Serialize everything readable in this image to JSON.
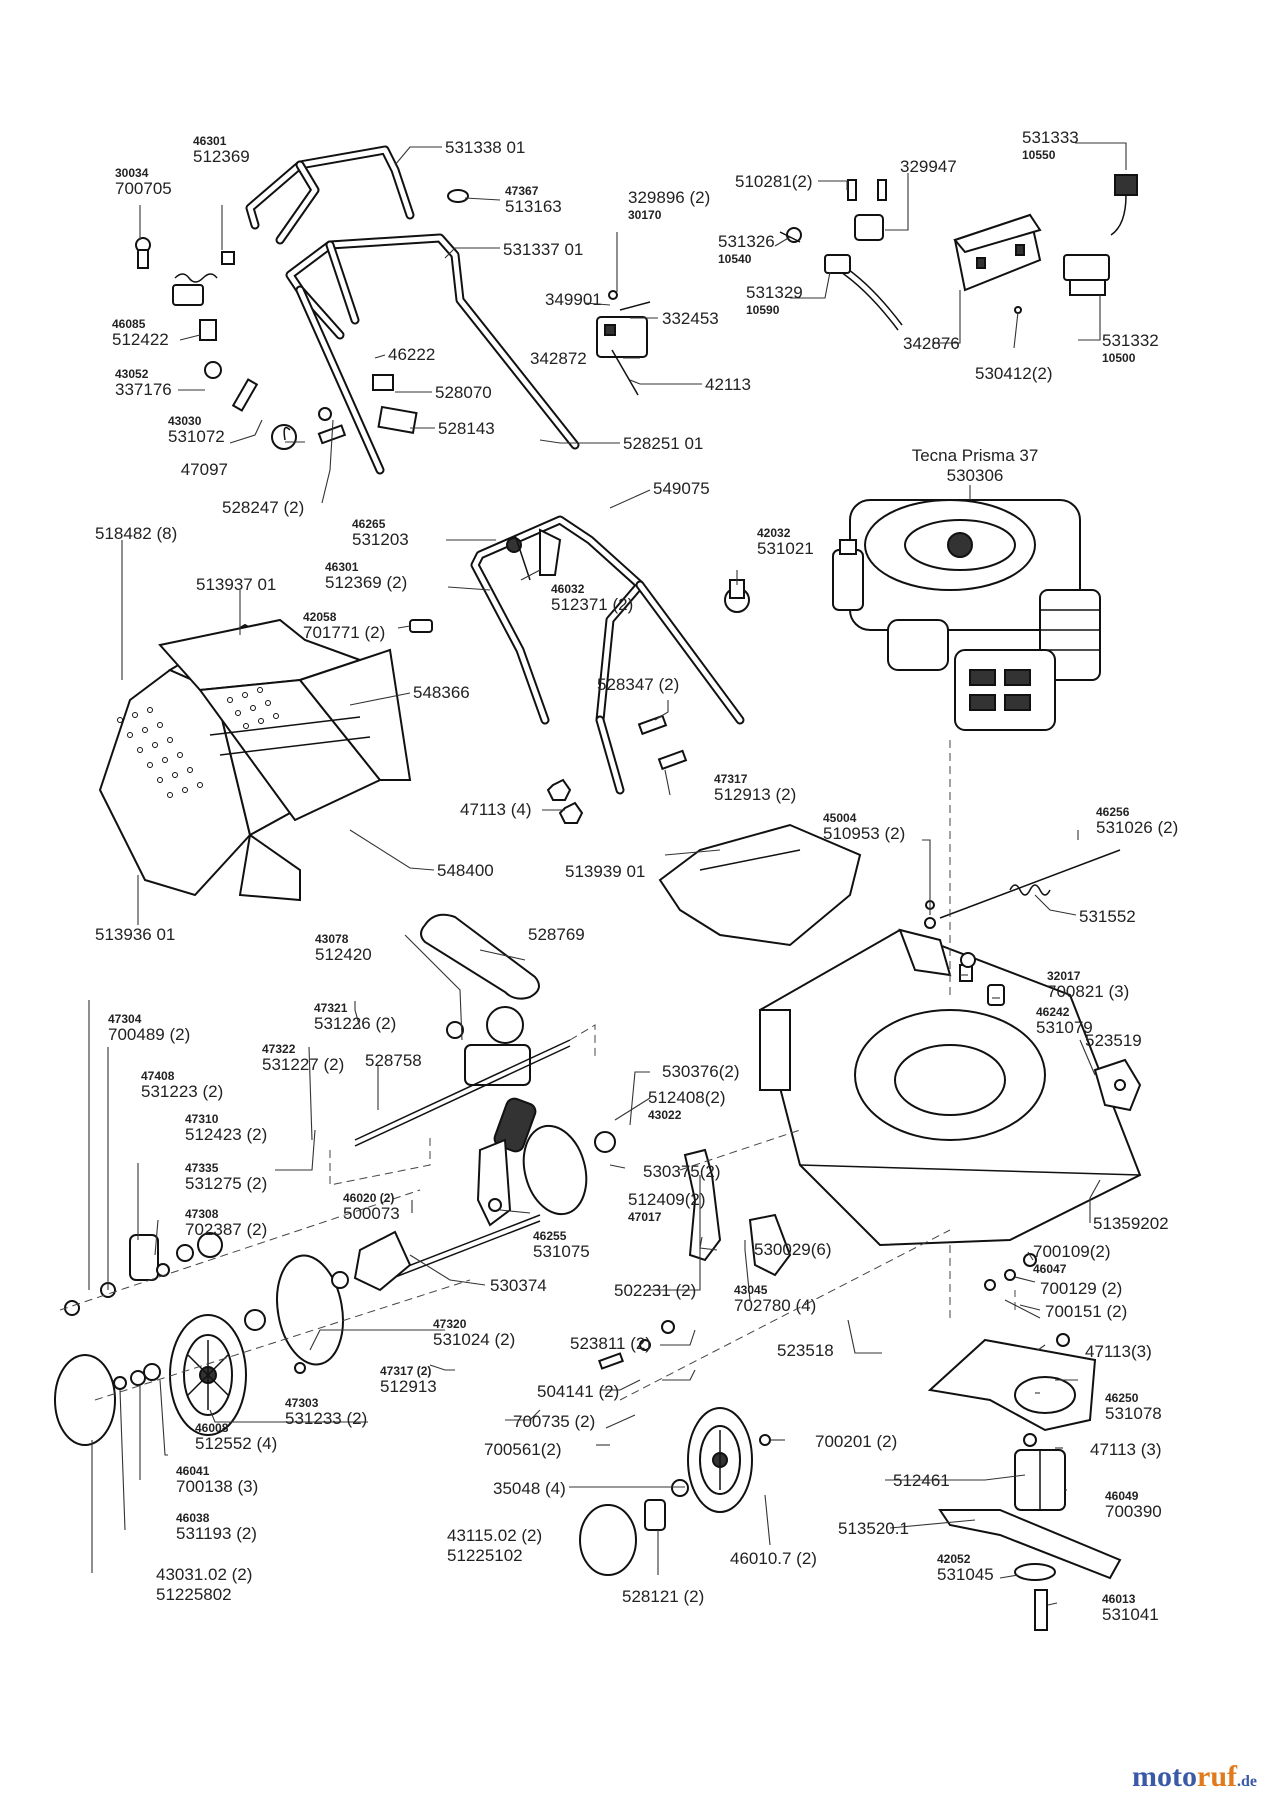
{
  "labels": [
    {
      "id": "l1",
      "lines": [
        "531338 01"
      ],
      "small": [
        false
      ]
    },
    {
      "id": "l2",
      "lines": [
        "46301",
        "512369"
      ],
      "small": [
        true,
        false
      ]
    },
    {
      "id": "l3",
      "lines": [
        "30034",
        "700705"
      ],
      "small": [
        true,
        false
      ]
    },
    {
      "id": "l4",
      "lines": [
        "47367",
        "513163"
      ],
      "small": [
        true,
        false
      ]
    },
    {
      "id": "l5",
      "lines": [
        "531337 01"
      ],
      "small": [
        false
      ]
    },
    {
      "id": "l6",
      "lines": [
        "46085",
        "512422"
      ],
      "small": [
        true,
        false
      ]
    },
    {
      "id": "l7",
      "lines": [
        "43052",
        "337176"
      ],
      "small": [
        true,
        false
      ]
    },
    {
      "id": "l8",
      "lines": [
        "43030",
        "531072"
      ],
      "small": [
        true,
        false
      ]
    },
    {
      "id": "l9",
      "lines": [
        "46222"
      ],
      "small": [
        false
      ]
    },
    {
      "id": "l10",
      "lines": [
        "528070"
      ],
      "small": [
        false
      ]
    },
    {
      "id": "l11",
      "lines": [
        "528143"
      ],
      "small": [
        false
      ]
    },
    {
      "id": "l12",
      "lines": [
        "47097"
      ],
      "small": [
        false
      ]
    },
    {
      "id": "l13",
      "lines": [
        "528247 (2)"
      ],
      "small": [
        false
      ]
    },
    {
      "id": "l14",
      "lines": [
        "528251 01"
      ],
      "small": [
        false
      ]
    },
    {
      "id": "l15",
      "lines": [
        "329896 (2)",
        "30170"
      ],
      "small": [
        false,
        true
      ]
    },
    {
      "id": "l16",
      "lines": [
        "349901"
      ],
      "small": [
        false
      ]
    },
    {
      "id": "l17",
      "lines": [
        "332453"
      ],
      "small": [
        false
      ]
    },
    {
      "id": "l18",
      "lines": [
        "342872"
      ],
      "small": [
        false
      ]
    },
    {
      "id": "l19",
      "lines": [
        "42113"
      ],
      "small": [
        false
      ]
    },
    {
      "id": "l20",
      "lines": [
        "510281(2)"
      ],
      "small": [
        false
      ]
    },
    {
      "id": "l21",
      "lines": [
        "329947"
      ],
      "small": [
        false
      ]
    },
    {
      "id": "l22",
      "lines": [
        "531326",
        "10540"
      ],
      "small": [
        false,
        true
      ]
    },
    {
      "id": "l23",
      "lines": [
        "531329",
        "10590"
      ],
      "small": [
        false,
        true
      ]
    },
    {
      "id": "l24",
      "lines": [
        "531333",
        "10550"
      ],
      "small": [
        false,
        true
      ]
    },
    {
      "id": "l25",
      "lines": [
        "342876"
      ],
      "small": [
        false
      ]
    },
    {
      "id": "l26",
      "lines": [
        "530412(2)"
      ],
      "small": [
        false
      ]
    },
    {
      "id": "l27",
      "lines": [
        "531332",
        "10500"
      ],
      "small": [
        false,
        true
      ]
    },
    {
      "id": "l28",
      "lines": [
        "Tecna Prisma 37",
        "530306"
      ],
      "small": [
        false,
        false
      ]
    },
    {
      "id": "l29",
      "lines": [
        "518482 (8)"
      ],
      "small": [
        false
      ]
    },
    {
      "id": "l30",
      "lines": [
        "513937 01"
      ],
      "small": [
        false
      ]
    },
    {
      "id": "l31",
      "lines": [
        "46265",
        "531203"
      ],
      "small": [
        true,
        false
      ]
    },
    {
      "id": "l32",
      "lines": [
        "549075"
      ],
      "small": [
        false
      ]
    },
    {
      "id": "l33",
      "lines": [
        "46301",
        "512369 (2)"
      ],
      "small": [
        true,
        false
      ]
    },
    {
      "id": "l34",
      "lines": [
        "46032",
        "512371 (2)"
      ],
      "small": [
        true,
        false
      ]
    },
    {
      "id": "l35",
      "lines": [
        "42058",
        "701771 (2)"
      ],
      "small": [
        true,
        false
      ]
    },
    {
      "id": "l36",
      "lines": [
        "42032",
        "531021"
      ],
      "small": [
        true,
        false
      ]
    },
    {
      "id": "l37",
      "lines": [
        "548366"
      ],
      "small": [
        false
      ]
    },
    {
      "id": "l38",
      "lines": [
        "528347 (2)"
      ],
      "small": [
        false
      ]
    },
    {
      "id": "l39",
      "lines": [
        "47317",
        "512913 (2)"
      ],
      "small": [
        true,
        false
      ]
    },
    {
      "id": "l40",
      "lines": [
        "47113 (4)"
      ],
      "small": [
        false
      ]
    },
    {
      "id": "l41",
      "lines": [
        "548400"
      ],
      "small": [
        false
      ]
    },
    {
      "id": "l42",
      "lines": [
        "513936 01"
      ],
      "small": [
        false
      ]
    },
    {
      "id": "l43",
      "lines": [
        "513939 01"
      ],
      "small": [
        false
      ]
    },
    {
      "id": "l44",
      "lines": [
        "45004",
        "510953 (2)"
      ],
      "small": [
        true,
        false
      ]
    },
    {
      "id": "l45",
      "lines": [
        "46256",
        "531026 (2)"
      ],
      "small": [
        true,
        false
      ]
    },
    {
      "id": "l46",
      "lines": [
        "531552"
      ],
      "small": [
        false
      ]
    },
    {
      "id": "l47",
      "lines": [
        "43078",
        "512420"
      ],
      "small": [
        true,
        false
      ]
    },
    {
      "id": "l48",
      "lines": [
        "528769"
      ],
      "small": [
        false
      ]
    },
    {
      "id": "l49",
      "lines": [
        "32017",
        "700821 (3)"
      ],
      "small": [
        true,
        false
      ]
    },
    {
      "id": "l50",
      "lines": [
        "46242",
        "531079"
      ],
      "small": [
        true,
        false
      ]
    },
    {
      "id": "l51",
      "lines": [
        "47304",
        "700489 (2)"
      ],
      "small": [
        true,
        false
      ]
    },
    {
      "id": "l52",
      "lines": [
        "47321",
        "531226 (2)"
      ],
      "small": [
        true,
        false
      ]
    },
    {
      "id": "l53",
      "lines": [
        "47322",
        "531227 (2)"
      ],
      "small": [
        true,
        false
      ]
    },
    {
      "id": "l54",
      "lines": [
        "528758"
      ],
      "small": [
        false
      ]
    },
    {
      "id": "l55",
      "lines": [
        "47408",
        "531223 (2)"
      ],
      "small": [
        true,
        false
      ]
    },
    {
      "id": "l56",
      "lines": [
        "530376(2)"
      ],
      "small": [
        false
      ]
    },
    {
      "id": "l57",
      "lines": [
        "512408(2)",
        "43022"
      ],
      "small": [
        false,
        true
      ]
    },
    {
      "id": "l58",
      "lines": [
        "523519"
      ],
      "small": [
        false
      ]
    },
    {
      "id": "l59",
      "lines": [
        "47310",
        "512423 (2)"
      ],
      "small": [
        true,
        false
      ]
    },
    {
      "id": "l60",
      "lines": [
        "47335",
        "531275 (2)"
      ],
      "small": [
        true,
        false
      ]
    },
    {
      "id": "l61",
      "lines": [
        "530375(2)"
      ],
      "small": [
        false
      ]
    },
    {
      "id": "l62",
      "lines": [
        "47308",
        "702387 (2)"
      ],
      "small": [
        true,
        false
      ]
    },
    {
      "id": "l63",
      "lines": [
        "46020 (2)",
        "500073"
      ],
      "small": [
        true,
        false
      ]
    },
    {
      "id": "l64",
      "lines": [
        "512409(2)",
        "47017"
      ],
      "small": [
        false,
        true
      ]
    },
    {
      "id": "l65",
      "lines": [
        "46255",
        "531075"
      ],
      "small": [
        true,
        false
      ]
    },
    {
      "id": "l66",
      "lines": [
        "51359202"
      ],
      "small": [
        false
      ]
    },
    {
      "id": "l67",
      "lines": [
        "530029(6)"
      ],
      "small": [
        false
      ]
    },
    {
      "id": "l68",
      "lines": [
        "700109(2)",
        "46047"
      ],
      "small": [
        false,
        true
      ]
    },
    {
      "id": "l69",
      "lines": [
        "530374"
      ],
      "small": [
        false
      ]
    },
    {
      "id": "l70",
      "lines": [
        "43045",
        "702780 (4)"
      ],
      "small": [
        true,
        false
      ]
    },
    {
      "id": "l71",
      "lines": [
        "700129 (2)"
      ],
      "small": [
        false
      ]
    },
    {
      "id": "l72",
      "lines": [
        "502231 (2)"
      ],
      "small": [
        false
      ]
    },
    {
      "id": "l73",
      "lines": [
        "700151 (2)"
      ],
      "small": [
        false
      ]
    },
    {
      "id": "l74",
      "lines": [
        "47320",
        "531024 (2)"
      ],
      "small": [
        true,
        false
      ]
    },
    {
      "id": "l75",
      "lines": [
        "523811 (2)"
      ],
      "small": [
        false
      ]
    },
    {
      "id": "l76",
      "lines": [
        "523518"
      ],
      "small": [
        false
      ]
    },
    {
      "id": "l77",
      "lines": [
        "47113(3)"
      ],
      "small": [
        false
      ]
    },
    {
      "id": "l78",
      "lines": [
        "47317 (2)",
        "512913"
      ],
      "small": [
        true,
        false
      ]
    },
    {
      "id": "l79",
      "lines": [
        "504141 (2)"
      ],
      "small": [
        false
      ]
    },
    {
      "id": "l80",
      "lines": [
        "47303",
        "531233 (2)"
      ],
      "small": [
        true,
        false
      ]
    },
    {
      "id": "l81",
      "lines": [
        "46250",
        "531078"
      ],
      "small": [
        true,
        false
      ]
    },
    {
      "id": "l82",
      "lines": [
        "46008",
        "512552 (4)"
      ],
      "small": [
        true,
        false
      ]
    },
    {
      "id": "l83",
      "lines": [
        "700735 (2)"
      ],
      "small": [
        false
      ]
    },
    {
      "id": "l84",
      "lines": [
        "700561(2)"
      ],
      "small": [
        false
      ]
    },
    {
      "id": "l85",
      "lines": [
        "700201 (2)"
      ],
      "small": [
        false
      ]
    },
    {
      "id": "l86",
      "lines": [
        "47113 (3)"
      ],
      "small": [
        false
      ]
    },
    {
      "id": "l87",
      "lines": [
        "46041",
        "700138 (3)"
      ],
      "small": [
        true,
        false
      ]
    },
    {
      "id": "l88",
      "lines": [
        "35048 (4)"
      ],
      "small": [
        false
      ]
    },
    {
      "id": "l89",
      "lines": [
        "512461"
      ],
      "small": [
        false
      ]
    },
    {
      "id": "l90",
      "lines": [
        "46049",
        "700390"
      ],
      "small": [
        true,
        false
      ]
    },
    {
      "id": "l91",
      "lines": [
        "46038",
        "531193 (2)"
      ],
      "small": [
        true,
        false
      ]
    },
    {
      "id": "l92",
      "lines": [
        "513520.1"
      ],
      "small": [
        false
      ]
    },
    {
      "id": "l93",
      "lines": [
        "43115.02 (2)",
        "51225102"
      ],
      "small": [
        false,
        false
      ]
    },
    {
      "id": "l94",
      "lines": [
        "46010.7 (2)"
      ],
      "small": [
        false
      ]
    },
    {
      "id": "l95",
      "lines": [
        "42052",
        "531045"
      ],
      "small": [
        true,
        false
      ]
    },
    {
      "id": "l96",
      "lines": [
        "43031.02 (2)",
        "51225802"
      ],
      "small": [
        false,
        false
      ]
    },
    {
      "id": "l97",
      "lines": [
        "528121 (2)"
      ],
      "small": [
        false
      ]
    },
    {
      "id": "l98",
      "lines": [
        "46013",
        "531041"
      ],
      "small": [
        true,
        false
      ]
    }
  ],
  "watermark": {
    "part1": "moto",
    "part2": "ruf",
    "part3": ".de"
  }
}
